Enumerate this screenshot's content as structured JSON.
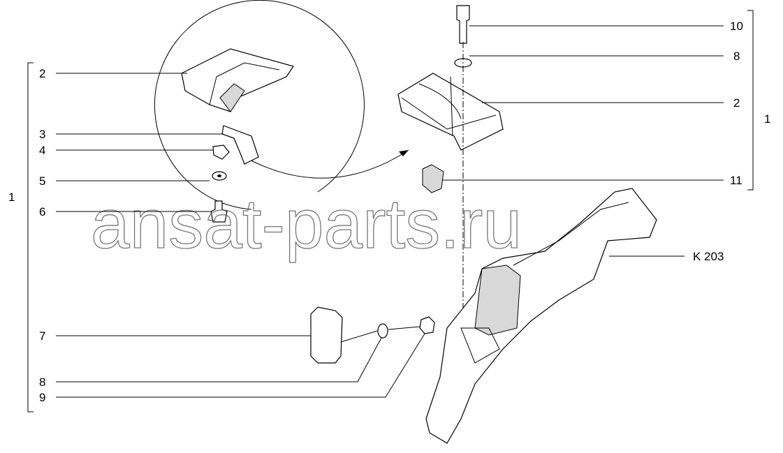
{
  "watermark": "ansat-parts.ru",
  "callouts_left": {
    "assembly": "1",
    "items": [
      "2",
      "3",
      "4",
      "5",
      "6",
      "7",
      "8",
      "9"
    ]
  },
  "callouts_right": {
    "assembly": "1",
    "items": [
      "10",
      "8",
      "2",
      "11"
    ]
  },
  "reference": "K 203"
}
